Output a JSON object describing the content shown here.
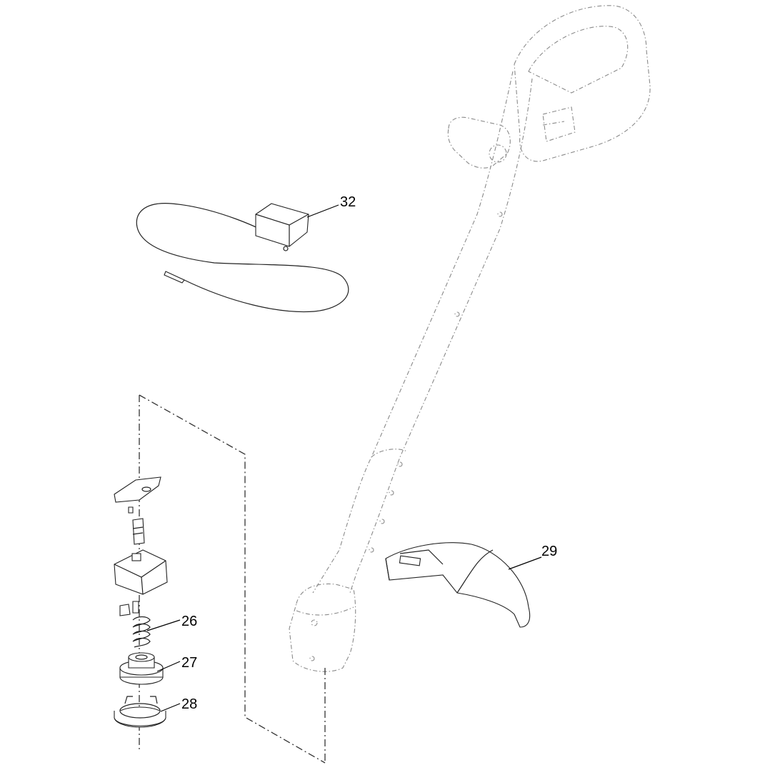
{
  "callouts": {
    "c32": "32",
    "c29": "29",
    "c26": "26",
    "c27": "27",
    "c28": "28"
  },
  "parts": [
    {
      "number": "32",
      "icon": "charger-icon"
    },
    {
      "number": "29",
      "icon": "guard-icon"
    },
    {
      "number": "26",
      "icon": "spring-icon"
    },
    {
      "number": "27",
      "icon": "spool-icon"
    },
    {
      "number": "28",
      "icon": "spool-cover-icon"
    }
  ],
  "colors": {
    "line": "#222222",
    "ghost": "#8a8a8a",
    "background": "#ffffff"
  }
}
